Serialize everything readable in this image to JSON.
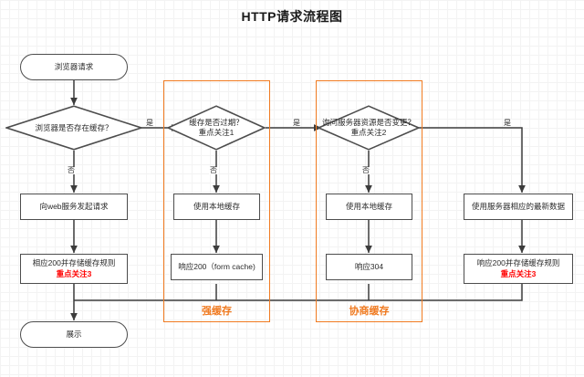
{
  "title": "HTTP请求流程图",
  "colors": {
    "accent_orange": "#f07a20",
    "highlight_red": "#ff0000",
    "node_border": "#4d4d4d",
    "edge": "#3c3c3c",
    "background": "#ffffff"
  },
  "chart_data": {
    "type": "diagram",
    "title": "HTTP请求流程图",
    "nodes": [
      {
        "id": "start",
        "shape": "terminator",
        "text": "浏览器请求"
      },
      {
        "id": "d1",
        "shape": "decision",
        "text": "浏览器是否存在缓存？"
      },
      {
        "id": "web_req",
        "shape": "process",
        "text": "向web服务发起请求"
      },
      {
        "id": "resp200a",
        "shape": "process",
        "text": "相应200并存储缓存规则",
        "note": "重点关注3"
      },
      {
        "id": "display",
        "shape": "terminator",
        "text": "展示"
      },
      {
        "id": "d2",
        "shape": "decision",
        "text": "缓存是否过期？",
        "note": "重点关注1"
      },
      {
        "id": "local1",
        "shape": "process",
        "text": "使用本地缓存"
      },
      {
        "id": "resp200b",
        "shape": "process",
        "text": "响应200（form cache)"
      },
      {
        "id": "d3",
        "shape": "decision",
        "text": "询问服务器资源是否变更？",
        "note": "重点关注2"
      },
      {
        "id": "local2",
        "shape": "process",
        "text": "使用本地缓存"
      },
      {
        "id": "resp304",
        "shape": "process",
        "text": "响应304"
      },
      {
        "id": "fresh",
        "shape": "process",
        "text": "使用服务器相应的最新数据"
      },
      {
        "id": "resp200c",
        "shape": "process",
        "text": "响应200并存储缓存规则",
        "note": "重点关注3"
      }
    ],
    "groups": [
      {
        "id": "g1",
        "label": "强缓存"
      },
      {
        "id": "g2",
        "label": "协商缓存"
      }
    ],
    "edge_labels": {
      "d1_yes": "是",
      "d1_no": "否",
      "d2_yes": "是",
      "d2_no": "否",
      "d3_yes": "是",
      "d3_no": "否"
    }
  }
}
